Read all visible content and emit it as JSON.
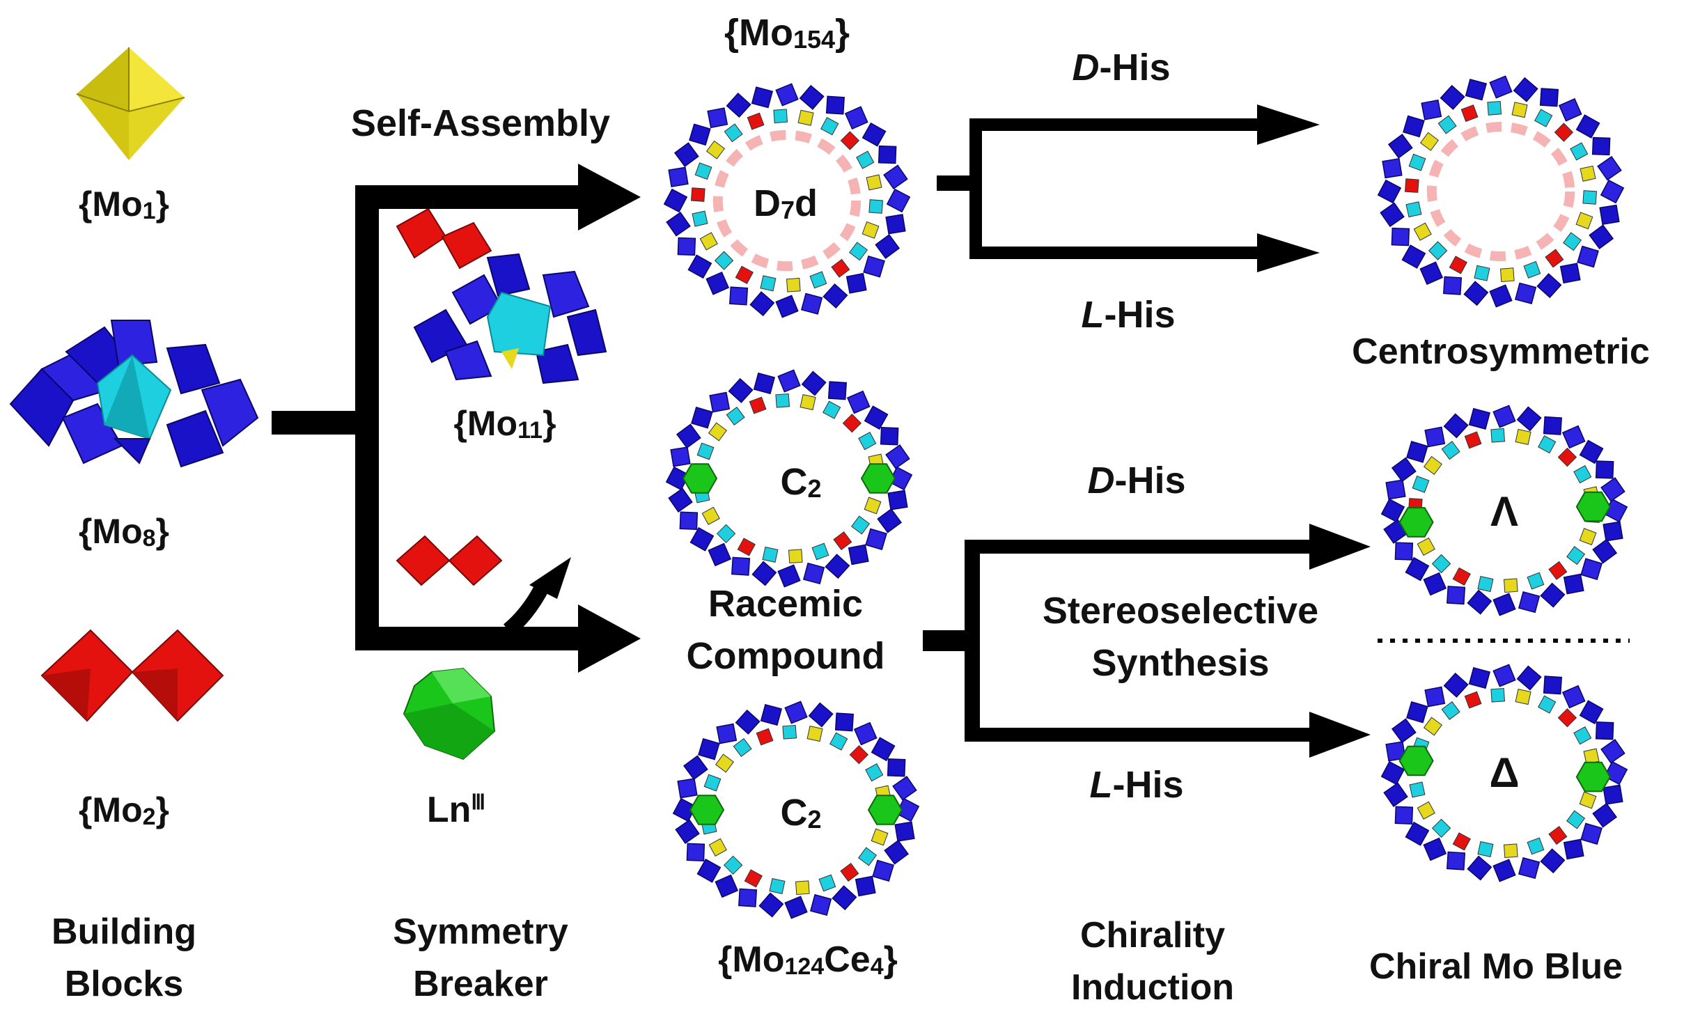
{
  "columns": {
    "building_blocks": {
      "line1": "Building",
      "line2": "Blocks"
    },
    "symmetry_breaker": {
      "line1": "Symmetry",
      "line2": "Breaker"
    },
    "chirality_induction": {
      "line1": "Chirality",
      "line2": "Induction"
    },
    "chiral_mo_blue": "Chiral Mo Blue"
  },
  "blocks": {
    "mo1": {
      "prefix": "{Mo",
      "sub": "1",
      "suffix": "}"
    },
    "mo8": {
      "prefix": "{Mo",
      "sub": "8",
      "suffix": "}"
    },
    "mo2": {
      "prefix": "{Mo",
      "sub": "2",
      "suffix": "}"
    },
    "mo11": {
      "prefix": "{Mo",
      "sub": "11",
      "suffix": "}"
    },
    "ln": {
      "main": "Ln",
      "sup": "Ⅲ"
    }
  },
  "process": {
    "self_assembly": "Self-Assembly",
    "stereoselective": {
      "line1": "Stereoselective",
      "line2": "Synthesis"
    }
  },
  "compounds": {
    "mo154": {
      "prefix": "{Mo",
      "sub": "154",
      "suffix": "}"
    },
    "d7d": {
      "main": "D",
      "sub": "7",
      "tail": "d"
    },
    "c2_top": {
      "main": "C",
      "sub": "2"
    },
    "c2_bottom": {
      "main": "C",
      "sub": "2"
    },
    "racemic": {
      "line1": "Racemic",
      "line2": "Compound"
    },
    "mo124ce4": {
      "prefix": "{Mo",
      "sub1": "124",
      "mid": "Ce",
      "sub2": "4",
      "suffix": "}"
    }
  },
  "induction": {
    "d_his_top": {
      "letter": "D",
      "rest": "-His"
    },
    "l_his_top": {
      "letter": "L",
      "rest": "-His"
    },
    "d_his_bottom": {
      "letter": "D",
      "rest": "-His"
    },
    "l_his_bottom": {
      "letter": "L",
      "rest": "-His"
    }
  },
  "products": {
    "centrosymmetric": "Centrosymmetric",
    "lambda": "Λ",
    "delta": "Δ"
  },
  "colors": {
    "mo_framework": "#1a12c8",
    "mo_center": "#1ecfe0",
    "mo1": "#e6d81c",
    "mo2": "#e3120f",
    "lanthanide": "#19c619",
    "arrow": "#000000"
  }
}
